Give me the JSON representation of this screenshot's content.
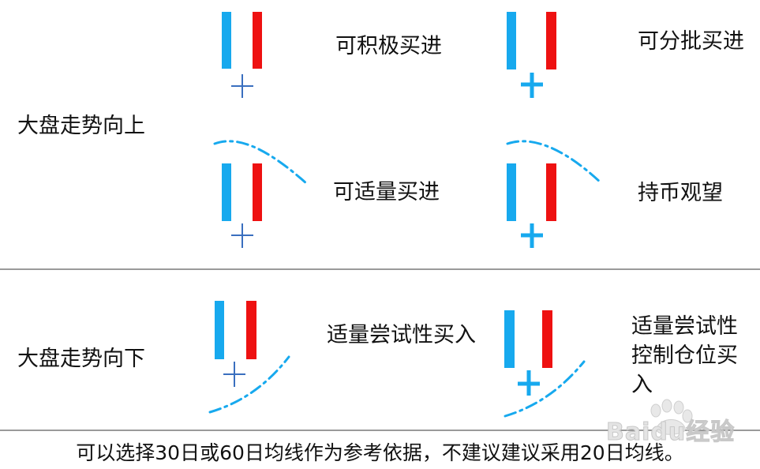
{
  "colors": {
    "blue": "#17A9EE",
    "red": "#EE1111",
    "cross_blue": "#3A6FBF",
    "dash_blue": "#17A9EE",
    "divider": "#9A9A9A",
    "text": "#111111"
  },
  "upper": {
    "trend_label": "大盘走势向上",
    "cells": [
      {
        "label": "可积极买进",
        "cross": "thin",
        "curve": "none"
      },
      {
        "label": "可分批买进",
        "cross": "thick",
        "curve": "none"
      },
      {
        "label": "可适量买进",
        "cross": "thin",
        "curve": "down"
      },
      {
        "label": "持币观望",
        "cross": "thick",
        "curve": "down"
      }
    ]
  },
  "lower": {
    "trend_label": "大盘走势向下",
    "cells": [
      {
        "label": "适量尝试性买入",
        "cross": "thin",
        "curve": "up"
      },
      {
        "label": "适量尝试性控制仓位买入",
        "cross": "thick",
        "curve": "up"
      }
    ]
  },
  "footer": "可以选择30日或60日均线作为参考依据，不建议建议采用20日均线。",
  "watermark": {
    "text": "Baidu经验",
    "icon": "baidu-paw-icon"
  }
}
